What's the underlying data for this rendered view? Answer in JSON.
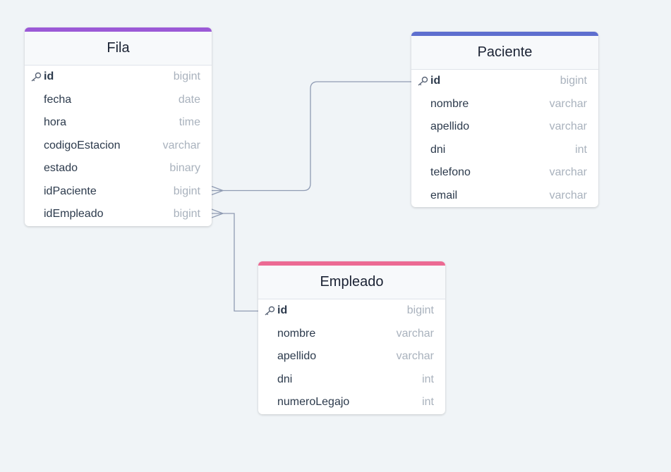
{
  "tables": {
    "fila": {
      "name": "Fila",
      "color": "#9b59d6",
      "columns": [
        {
          "name": "id",
          "type": "bigint",
          "pk": true
        },
        {
          "name": "fecha",
          "type": "date"
        },
        {
          "name": "hora",
          "type": "time"
        },
        {
          "name": "codigoEstacion",
          "type": "varchar"
        },
        {
          "name": "estado",
          "type": "binary"
        },
        {
          "name": "idPaciente",
          "type": "bigint"
        },
        {
          "name": "idEmpleado",
          "type": "bigint"
        }
      ]
    },
    "paciente": {
      "name": "Paciente",
      "color": "#5e6fcf",
      "columns": [
        {
          "name": "id",
          "type": "bigint",
          "pk": true
        },
        {
          "name": "nombre",
          "type": "varchar"
        },
        {
          "name": "apellido",
          "type": "varchar"
        },
        {
          "name": "dni",
          "type": "int"
        },
        {
          "name": "telefono",
          "type": "varchar"
        },
        {
          "name": "email",
          "type": "varchar"
        }
      ]
    },
    "empleado": {
      "name": "Empleado",
      "color": "#ec6a93",
      "columns": [
        {
          "name": "id",
          "type": "bigint",
          "pk": true
        },
        {
          "name": "nombre",
          "type": "varchar"
        },
        {
          "name": "apellido",
          "type": "varchar"
        },
        {
          "name": "dni",
          "type": "int"
        },
        {
          "name": "numeroLegajo",
          "type": "int"
        }
      ]
    }
  },
  "relations": [
    {
      "from": "Fila.idPaciente",
      "to": "Paciente.id",
      "cardinality": "many-to-one"
    },
    {
      "from": "Fila.idEmpleado",
      "to": "Empleado.id",
      "cardinality": "many-to-one"
    }
  ],
  "icons": {
    "primary_key": "key-icon"
  },
  "colors": {
    "connector": "#8f9bb3",
    "background": "#f0f4f7"
  }
}
